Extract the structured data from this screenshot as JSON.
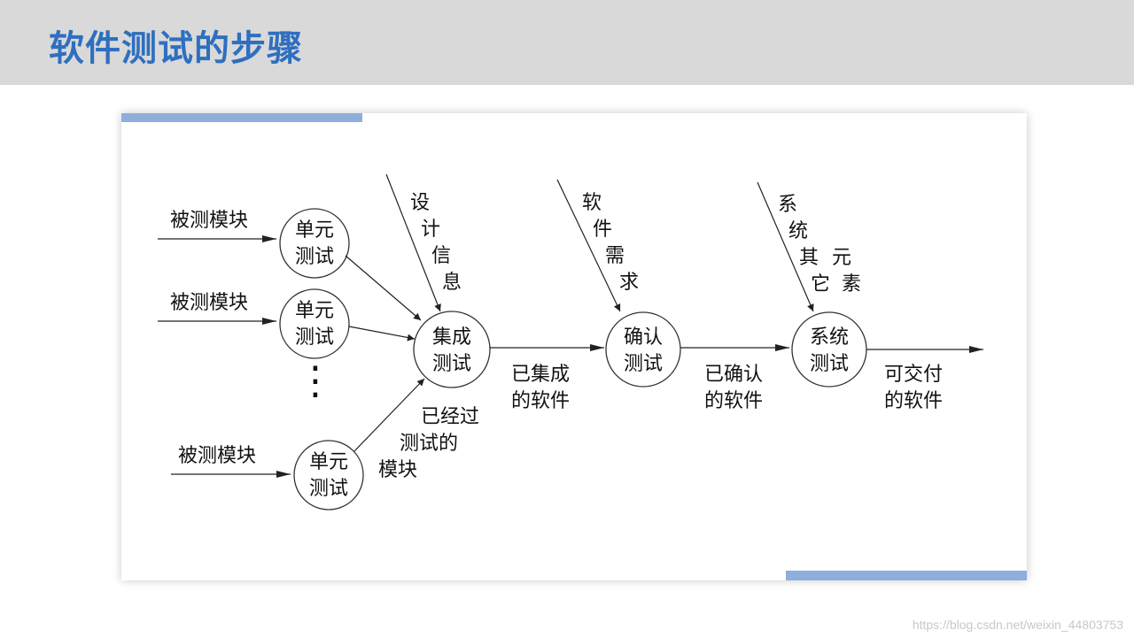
{
  "page": {
    "title": "软件测试的步骤",
    "watermark": "https://blog.csdn.net/weixin_44803753"
  },
  "diagram": {
    "labels": {
      "tested_module": "被测模块",
      "unit_test_l1": "单元",
      "unit_test_l2": "测试",
      "integration_l1": "集成",
      "integration_l2": "测试",
      "validation_l1": "确认",
      "validation_l2": "测试",
      "system_l1": "系统",
      "system_l2": "测试",
      "design_info": [
        "设",
        "计",
        "信",
        "息"
      ],
      "software_req": [
        "软",
        "件",
        "需",
        "求"
      ],
      "system_other": [
        "系",
        "统",
        "其",
        "它",
        "元",
        "素"
      ],
      "tested_modules": [
        "已经过",
        "测试的",
        "模块"
      ],
      "integrated_sw": [
        "已集成",
        "的软件"
      ],
      "validated_sw": [
        "已确认",
        "的软件"
      ],
      "deliverable_sw": [
        "可交付",
        "的软件"
      ],
      "ellipsis": "⋮"
    },
    "colors": {
      "line": "#222222",
      "circle_stroke": "#333333",
      "accent_bar": "#8eaedb",
      "title": "#2e6fc0"
    }
  }
}
